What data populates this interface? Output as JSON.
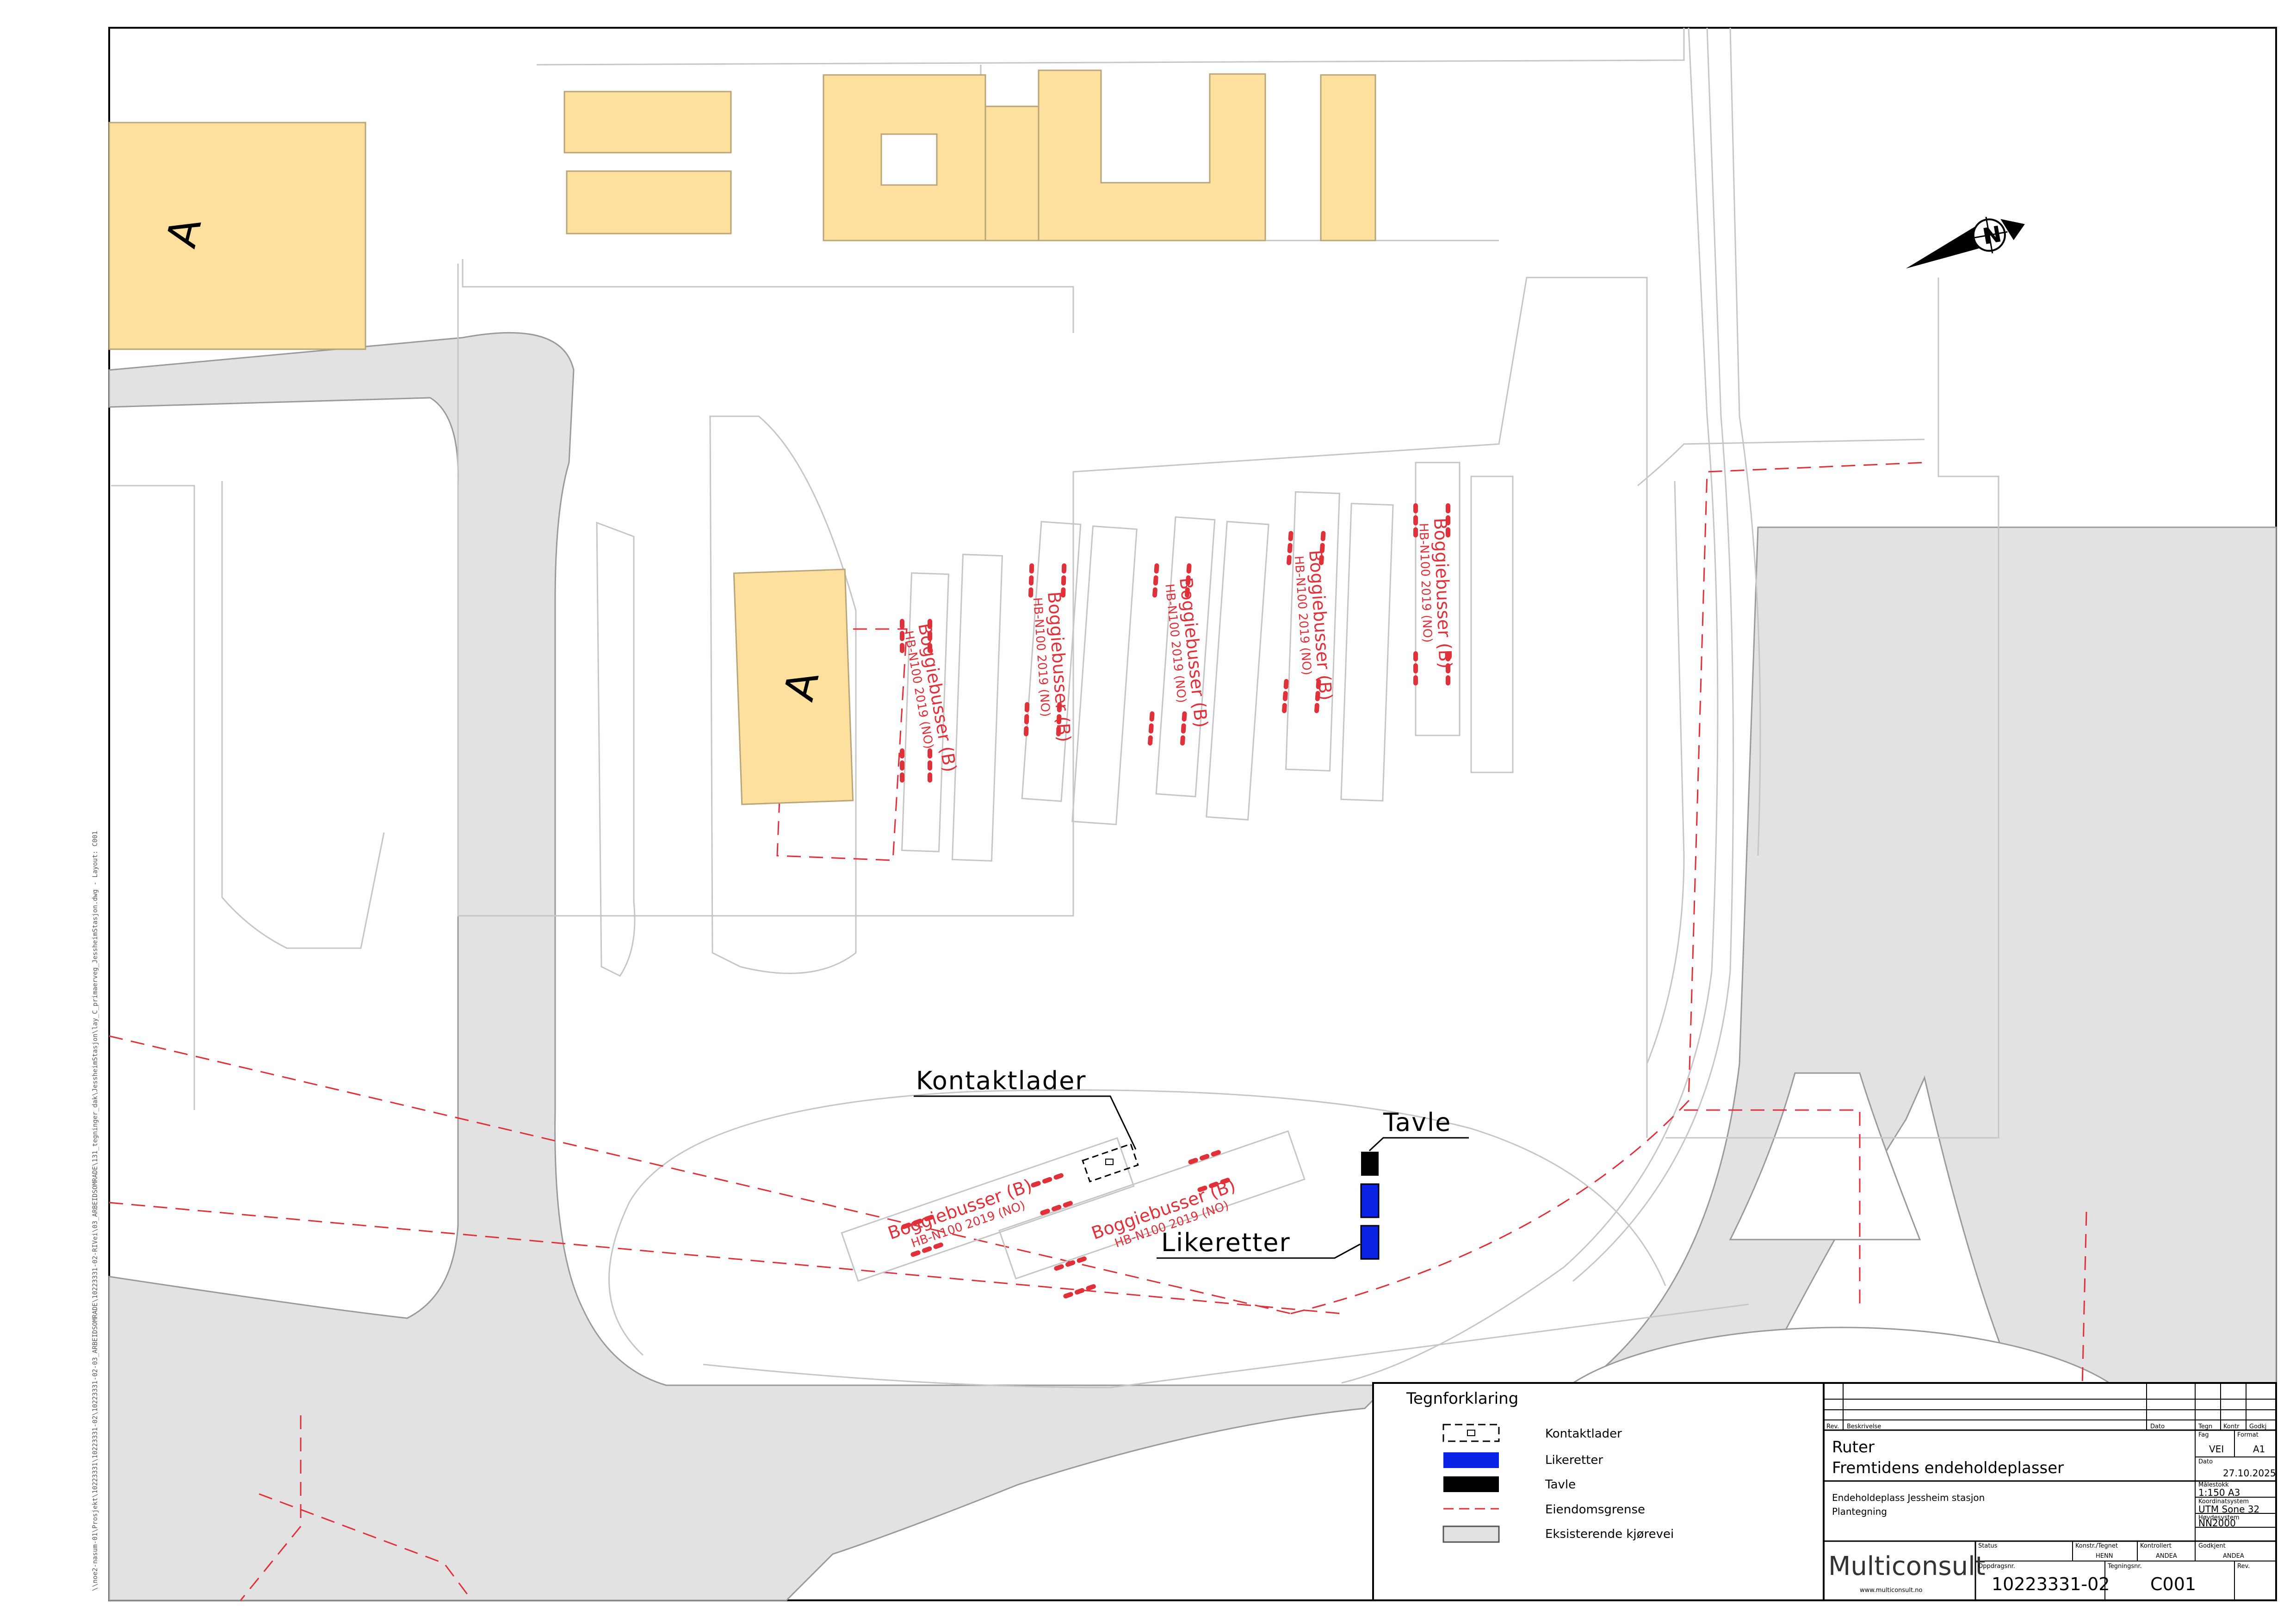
{
  "zone_labels": [
    "A",
    "A"
  ],
  "bus_labels": [
    {
      "name": "Boggiebusser (B)",
      "model": "HB-N100 2019 (NO)"
    },
    {
      "name": "Boggiebusser (B)",
      "model": "HB-N100 2019 (NO)"
    },
    {
      "name": "Boggiebusser (B)",
      "model": "HB-N100 2019 (NO)"
    },
    {
      "name": "Boggiebusser (B)",
      "model": "HB-N100 2019 (NO)"
    },
    {
      "name": "Boggiebusser (B)",
      "model": "HB-N100 2019 (NO)"
    },
    {
      "name": "Boggiebusser (B)",
      "model": "HB-N100 2019 (NO)"
    },
    {
      "name": "Boggiebusser (B)",
      "model": "HB-N100 2019 (NO)"
    }
  ],
  "callouts": {
    "kontaktlader": "Kontaktlader",
    "tavle": "Tavle",
    "likeretter": "Likeretter"
  },
  "north_symbol": "N",
  "side_path": "\\\\noe2-nasum-01\\Prosjekt\\10223331\\10223331-02\\10223331-02-03_ARBEIDSOMRADE\\10223331-02-RIVei\\03_ARBEIDSOMRADE\\131_tegninger_dak\\JessheimStasjon\\lay_C_primaerveg_JessheimStasjon.dwg - Layout: C001",
  "legend": {
    "title": "Tegnforklaring",
    "items": [
      {
        "label": "Kontaktlader",
        "symbol": "dashed-box"
      },
      {
        "label": "Likeretter",
        "symbol": "blue-fill"
      },
      {
        "label": "Tavle",
        "symbol": "black-fill"
      },
      {
        "label": "Eiendomsgrense",
        "symbol": "red-dash"
      },
      {
        "label": "Eksisterende kjørevei",
        "symbol": "grey-fill"
      }
    ]
  },
  "title_block": {
    "header": {
      "rev": "Rev.",
      "beskrivelse": "Beskrivelse",
      "dato": "Dato",
      "tegn": "Tegn",
      "kontr": "Kontr",
      "godkj": "Godkj"
    },
    "client": "Ruter",
    "project": "Fremtidens endeholdeplasser",
    "drawing_title_1": "Endeholdeplass Jessheim stasjon",
    "drawing_title_2": "Plantegning",
    "fag_label": "Fag",
    "fag": "VEI",
    "format_label": "Format",
    "format": "A1",
    "dato_label": "Dato",
    "dato": "27.10.2025",
    "malestokk_label": "Målestokk",
    "malestokk": "1:150  A3",
    "koordinatsystem_label": "Koordinatsystem",
    "koordinatsystem": "UTM Sone 32",
    "hoydesystem_label": "Høydesystem",
    "hoydesystem": "NN2000",
    "company": "Multiconsult",
    "website": "www.multiconsult.no",
    "status_label": "Status",
    "konstr_label": "Konstr./Tegnet",
    "konstr": "HENN",
    "kontrollert_label": "Kontrollert",
    "kontrollert": "ANDEA",
    "godkjent_label": "Godkjent",
    "godkjent": "ANDEA",
    "oppdragsnr_label": "Oppdragsnr.",
    "oppdragsnr": "10223331-02",
    "tegningsnr_label": "Tegningsnr.",
    "tegningsnr": "C001",
    "rev_label": "Rev."
  },
  "colors": {
    "building": "#fde09e",
    "road": "#e2e2e2",
    "property_line": "#e0303a",
    "rectifier": "#0a22e6",
    "panel": "#000000",
    "bus": "#e0303a"
  }
}
